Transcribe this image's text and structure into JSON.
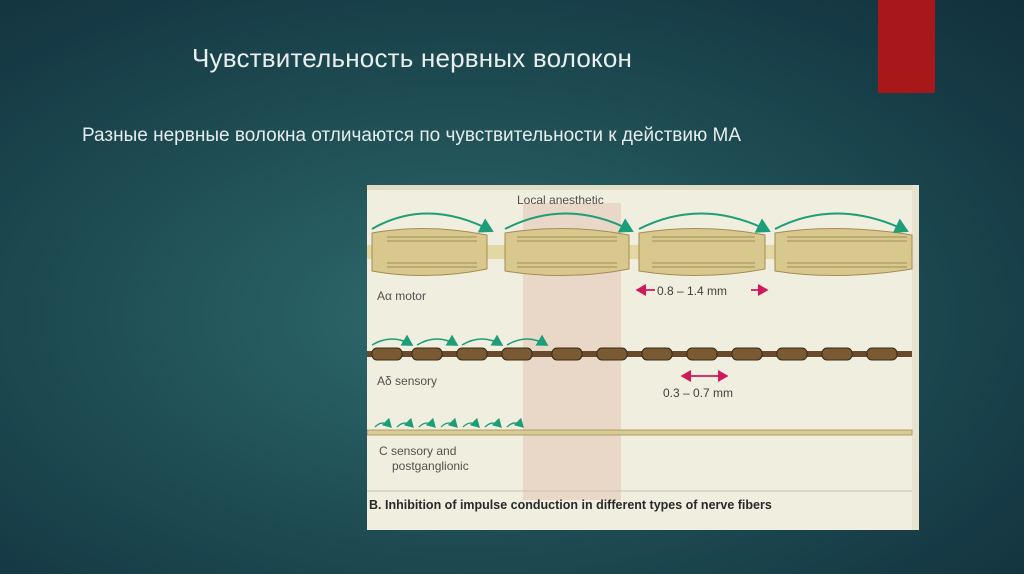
{
  "slide": {
    "title": "Чувствительность нервных волокон",
    "body": "Разные нервные волокна отличаются по чувствительности к действию МА",
    "accent_color": "#a8181a"
  },
  "figure": {
    "label_local_anesthetic": "Local anesthetic",
    "fiber_a_alpha_label": "Aα motor",
    "fiber_a_alpha_internode": "0.8 – 1.4 mm",
    "fiber_a_delta_label": "Aδ sensory",
    "fiber_a_delta_internode": "0.3 – 0.7 mm",
    "fiber_c_label_line1": "C sensory and",
    "fiber_c_label_line2": "postganglionic",
    "caption": "B. Inhibition of impulse conduction in different types of nerve fibers"
  }
}
